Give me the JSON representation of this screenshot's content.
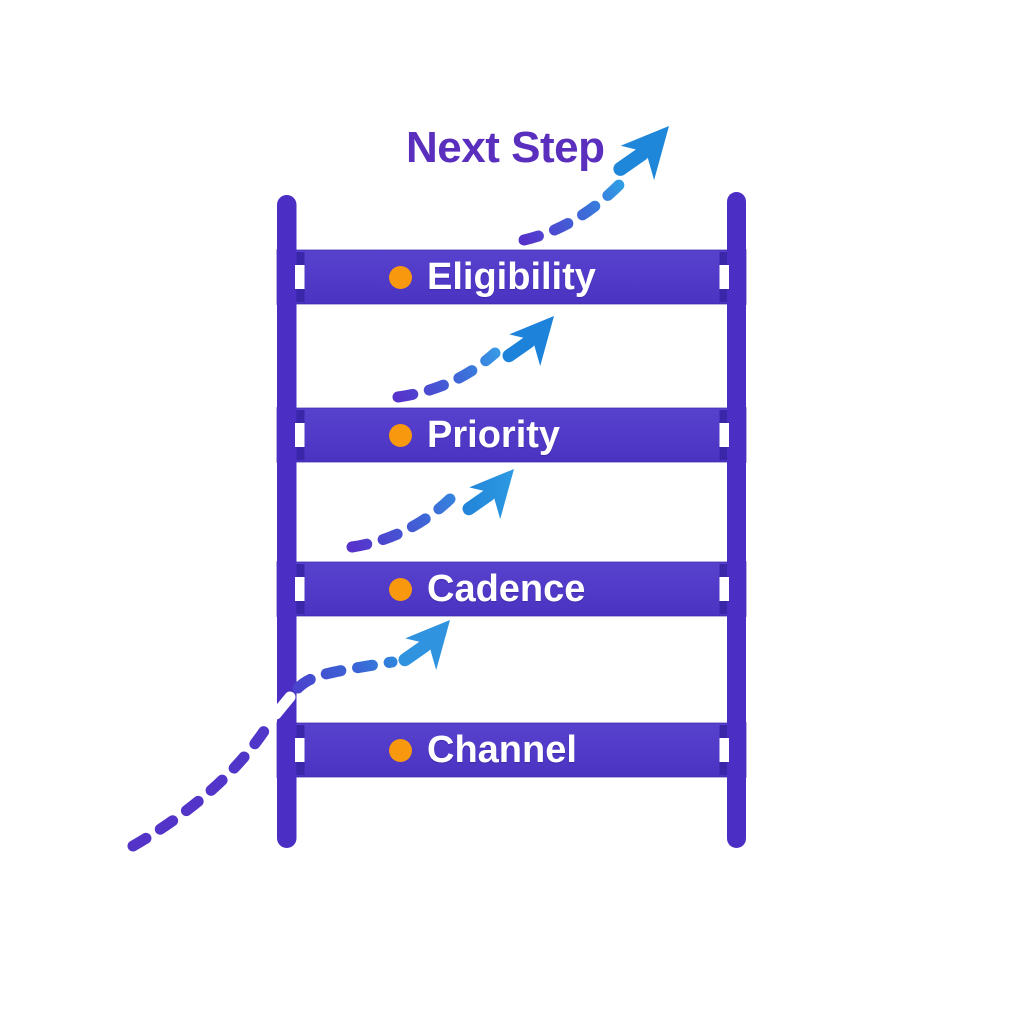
{
  "title": "Next Step",
  "ladder": {
    "rungs": [
      {
        "label": "Eligibility"
      },
      {
        "label": "Priority"
      },
      {
        "label": "Cadence"
      },
      {
        "label": "Channel"
      }
    ]
  },
  "arrows": {
    "count": 4,
    "style": "dashed curve with cursor arrowhead",
    "direction": "up-right"
  },
  "icons": {
    "arrowhead": "arrow-up-right-icon",
    "bullet": "circle-dot-icon"
  },
  "colors": {
    "background": "#ffffff",
    "rail_purple": "#4b2fc4",
    "rung_purple": "#4e36c6",
    "joint_shadow": "#3a26a9",
    "title_purple": "#5a2fbe",
    "bullet_orange": "#f8980e",
    "arrow_cyan": "#3fc5f1",
    "arrow_blue": "#1f82d8",
    "dash_purple": "#5433c9",
    "label_white": "#ffffff"
  }
}
